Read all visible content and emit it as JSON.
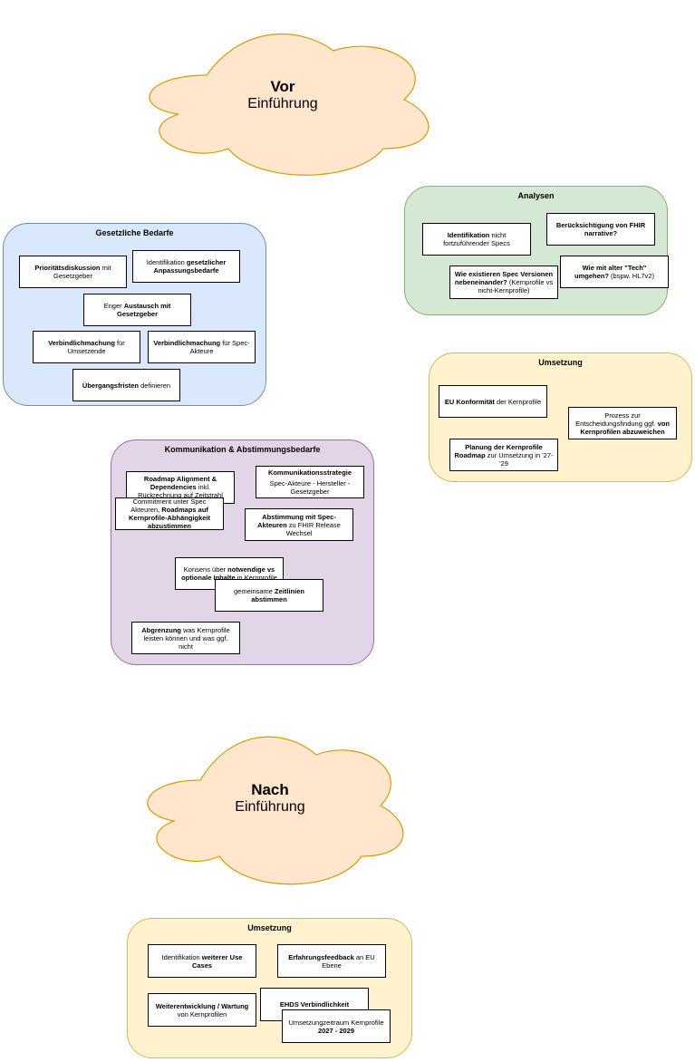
{
  "clouds": {
    "top": {
      "line1": "Vor",
      "line2": "Einführung"
    },
    "bottom": {
      "line1": "Nach",
      "line2": "Einführung"
    }
  },
  "colors": {
    "cloud_fill": "#ffe6cc",
    "cloud_stroke": "#d79b00",
    "blue_fill": "#dae8fc",
    "blue_stroke": "#6c8ebf",
    "green_fill": "#d5e8d4",
    "green_stroke": "#82b366",
    "yellow_fill": "#fff2cc",
    "yellow_stroke": "#d6b656",
    "purple_fill": "#e1d5e7",
    "purple_stroke": "#9673a6"
  },
  "groups": {
    "gesetzliche": {
      "title": "Gesetzliche Bedarfe",
      "notes": {
        "n1": {
          "p1": "Prioritätsdiskussion",
          "p2": " mit Gesetzgeber"
        },
        "n2": {
          "p1": "Identifikation ",
          "p2": "gesetzlicher Anpassungsbedarfe"
        },
        "n3": {
          "p1": "Enger ",
          "p2": "Austausch mit Gesetzgeber"
        },
        "n4": {
          "p1": "Verbindlichmachung",
          "p2": " für Umsetzende"
        },
        "n5": {
          "p1": "Verbindlichmachung",
          "p2": " für Spec-Akteure"
        },
        "n6": {
          "p1": "Übergangsfristen",
          "p2": " definieren"
        }
      }
    },
    "analysen": {
      "title": "Analysen",
      "notes": {
        "n1": {
          "p1": "Identifikation",
          "p2": " nicht fortzuführender Specs"
        },
        "n2": {
          "p1": "Berücksichtigung von FHIR narrative?"
        },
        "n3": {
          "p1": "Wie existieren Spec Versionen nebeneinander?",
          "p2": " (Kernprofile vs nicht-Kernprofile)"
        },
        "n4": {
          "p1": "Wie mit alter \"Tech\" umgehen?",
          "p2": " (bspw. HL7v2)"
        }
      }
    },
    "umsetzung_top": {
      "title": "Umsetzung",
      "notes": {
        "n1": {
          "p1": "EU Konformität",
          "p2": " der Kernprofile"
        },
        "n2": {
          "p1": "Prozess zur Entscheidungsfindung ggf. ",
          "p2": "von Kernprofilen abzuweichen"
        },
        "n3": {
          "p1": "Planung der Kernprofile Roadmap",
          "p2": " zur Umsetzung in '27-'29"
        }
      }
    },
    "kommunikation": {
      "title": "Kommunikation & Abstimmungsbedarfe",
      "notes": {
        "n1": {
          "p1": "Roadmap Alignment & Dependencies",
          "p2": " inkl. Rückrechnung auf Zeitstrahl"
        },
        "n2": {
          "p1": "Kommunikationsstrategie",
          "p2": "Spec-Akteure - Hersteller - Gesetzgeber"
        },
        "n3": {
          "p1": "Commitment unter Spec Akteuren, ",
          "p2": "Roadmaps auf Kernprofile-Abhängigkeit abzustimmen"
        },
        "n4": {
          "p1": "Abstimmung mit Spec-Akteuren",
          "p2": " zu FHIR Release Wechsel"
        },
        "n5": {
          "p1": "Konsens über ",
          "p2": "notwendige vs optionale Inhalte",
          "p3": " in Kernprofile"
        },
        "n6": {
          "p1": "gemeinsame ",
          "p2": "Zeitlinien abstimmen"
        },
        "n7": {
          "p1": "Abgrenzung",
          "p2": " was Kernprofile leisten können und was ggf. nicht"
        }
      }
    },
    "umsetzung_bottom": {
      "title": "Umsetzung",
      "notes": {
        "n1": {
          "p1": "Identifikation ",
          "p2": "weiterer Use Cases"
        },
        "n2": {
          "p1": "Erfahrungsfeedback",
          "p2": " an EU Ebene"
        },
        "n3": {
          "p1": "Weiterentwicklung / Wartung",
          "p2": " von Kernprofilen"
        },
        "n4": {
          "p1": "EHDS Verbindlichkeit"
        },
        "n5": {
          "p1": "Umsetzungzeitraum Kernprofile",
          "p2": "2027 - 2029"
        }
      }
    }
  }
}
